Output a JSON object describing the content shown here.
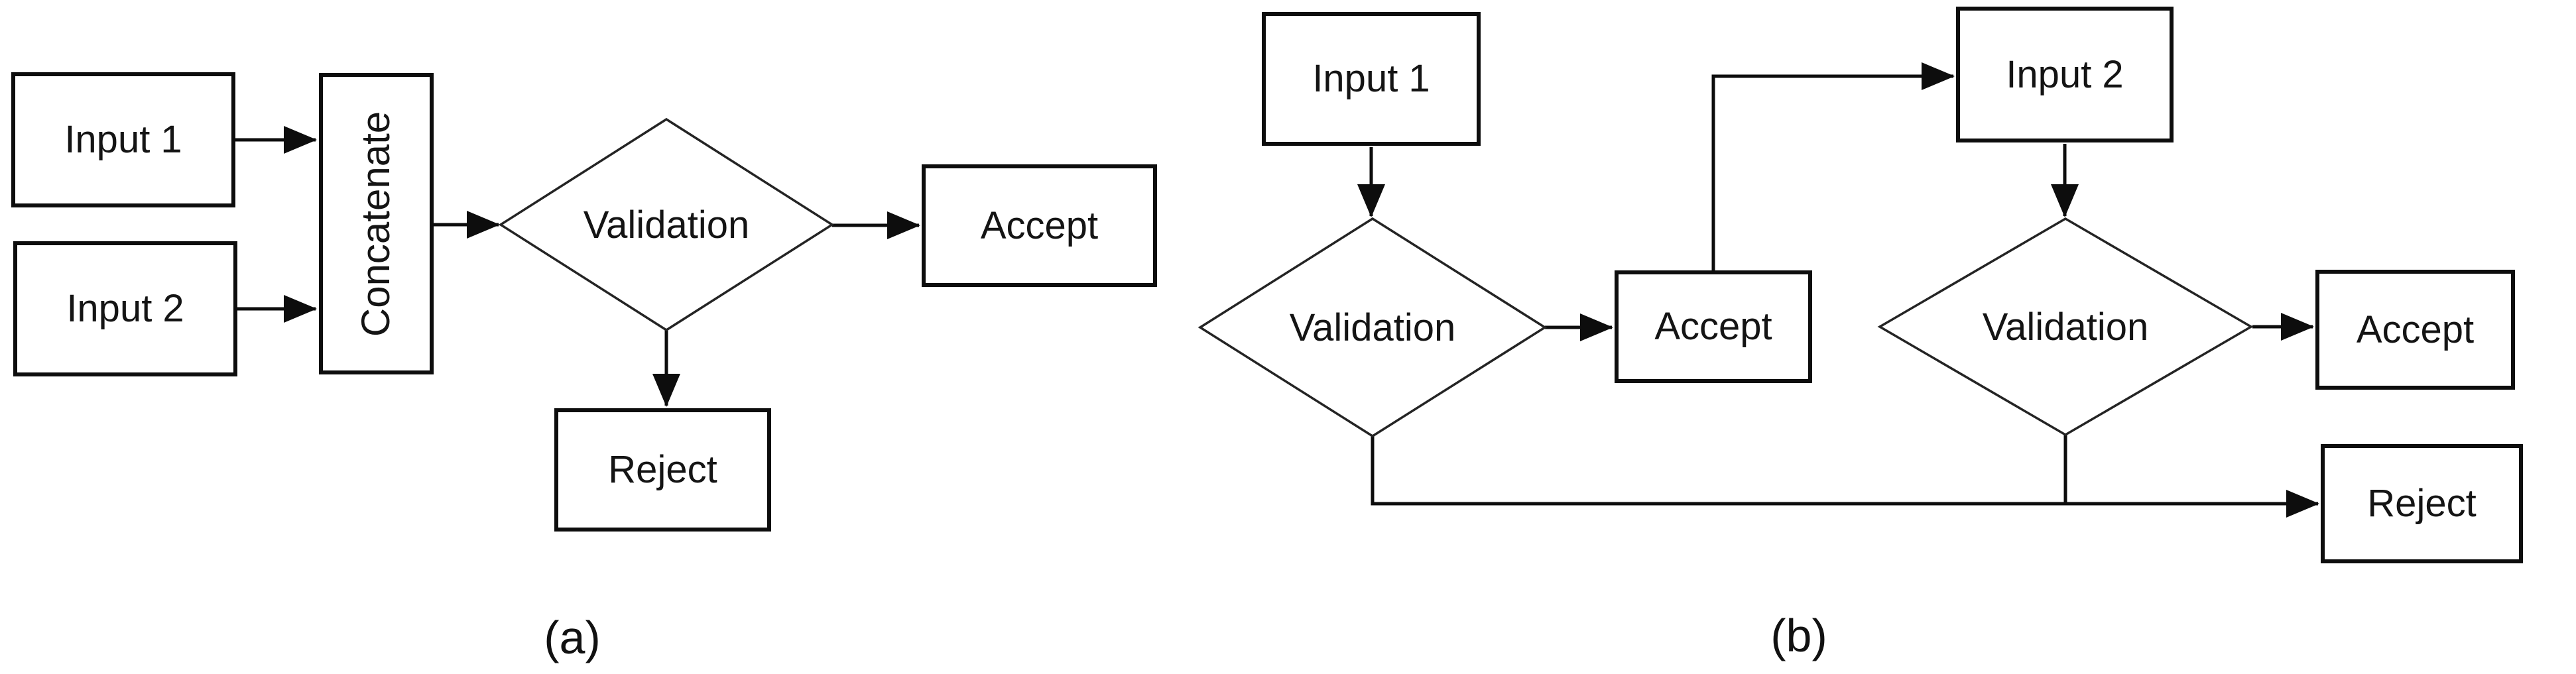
{
  "page": {
    "background": "#ffffff",
    "stroke_color": "#0d0d0d",
    "text_color": "#141414"
  },
  "diagram": {
    "type": "flowchart",
    "description": "Two validation flowcharts side by side",
    "panels": [
      {
        "caption": "(a)",
        "nodes": [
          {
            "id": "a-input1",
            "shape": "rect",
            "label": "Input 1"
          },
          {
            "id": "a-input2",
            "shape": "rect",
            "label": "Input 2"
          },
          {
            "id": "a-concatenate",
            "shape": "rect",
            "orientation": "vertical",
            "label": "Concatenate"
          },
          {
            "id": "a-validation",
            "shape": "diamond",
            "label": "Validation"
          },
          {
            "id": "a-accept",
            "shape": "rect",
            "label": "Accept"
          },
          {
            "id": "a-reject",
            "shape": "rect",
            "label": "Reject"
          }
        ],
        "edges": [
          {
            "from": "a-input1",
            "to": "a-concatenate"
          },
          {
            "from": "a-input2",
            "to": "a-concatenate"
          },
          {
            "from": "a-concatenate",
            "to": "a-validation"
          },
          {
            "from": "a-validation",
            "to": "a-accept"
          },
          {
            "from": "a-validation",
            "to": "a-reject"
          }
        ]
      },
      {
        "caption": "(b)",
        "nodes": [
          {
            "id": "b-input1",
            "shape": "rect",
            "label": "Input 1"
          },
          {
            "id": "b-validation1",
            "shape": "diamond",
            "label": "Validation"
          },
          {
            "id": "b-accept1",
            "shape": "rect",
            "label": "Accept"
          },
          {
            "id": "b-input2",
            "shape": "rect",
            "label": "Input 2"
          },
          {
            "id": "b-validation2",
            "shape": "diamond",
            "label": "Validation"
          },
          {
            "id": "b-accept2",
            "shape": "rect",
            "label": "Accept"
          },
          {
            "id": "b-reject",
            "shape": "rect",
            "label": "Reject"
          }
        ],
        "edges": [
          {
            "from": "b-input1",
            "to": "b-validation1"
          },
          {
            "from": "b-validation1",
            "to": "b-accept1"
          },
          {
            "from": "b-accept1",
            "to": "b-input2"
          },
          {
            "from": "b-input2",
            "to": "b-validation2"
          },
          {
            "from": "b-validation2",
            "to": "b-accept2"
          },
          {
            "from": "b-validation1",
            "to": "b-reject"
          },
          {
            "from": "b-validation2",
            "to": "b-reject"
          }
        ]
      }
    ]
  }
}
